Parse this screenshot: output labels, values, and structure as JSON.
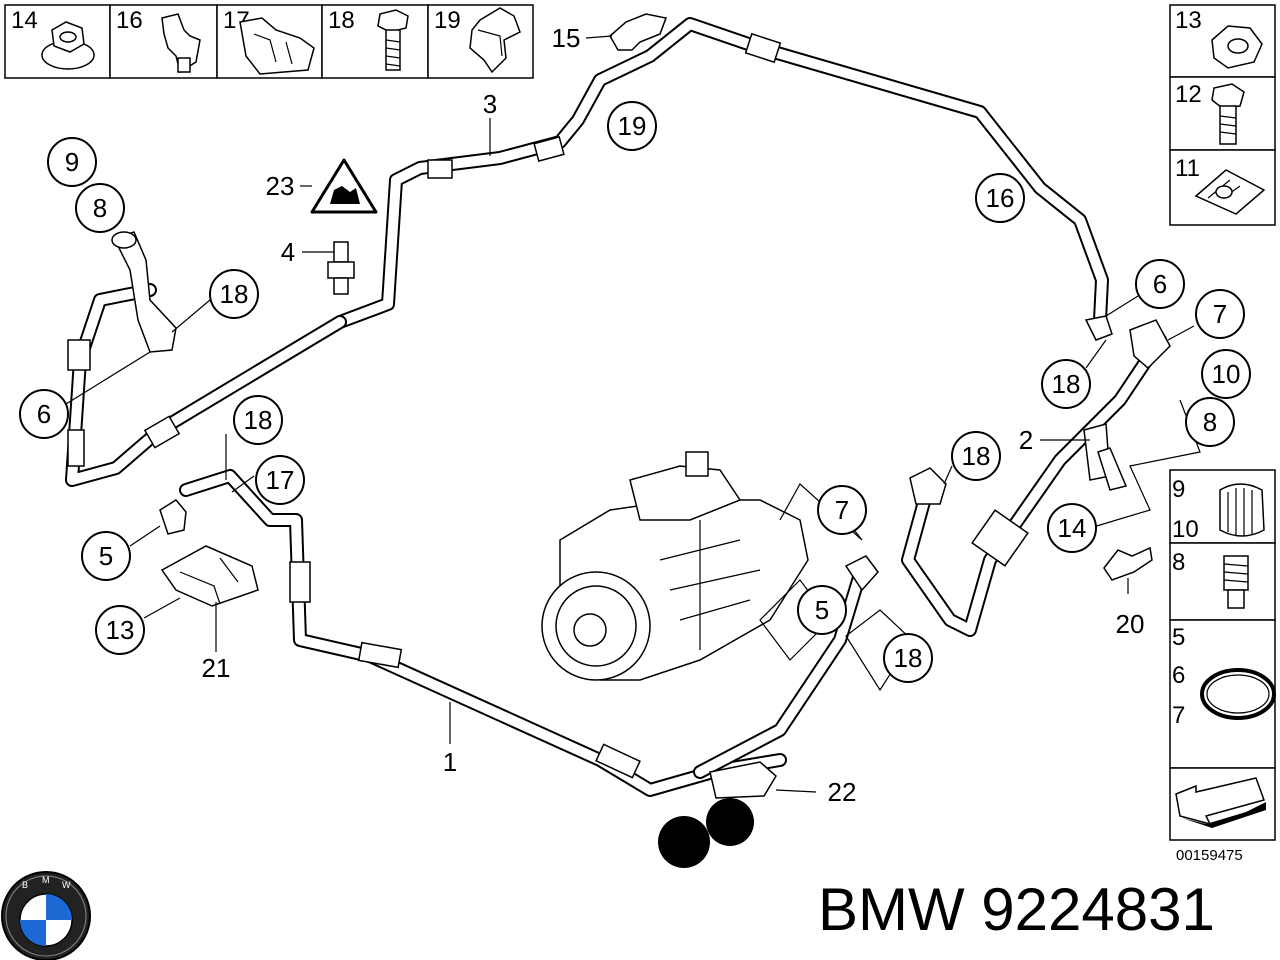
{
  "brand_text": "BMW 9224831",
  "doc_id": "00159475",
  "logo": {
    "letters": [
      "B",
      "M",
      "W"
    ],
    "colors": {
      "blue": "#1c69d4",
      "dark": "#111111"
    }
  },
  "legend_top": [
    "14",
    "16",
    "17",
    "18",
    "19"
  ],
  "legend_right_top": [
    "13",
    "12",
    "11"
  ],
  "legend_right_bottom": [
    "9",
    "10",
    "8",
    "5",
    "6",
    "7"
  ],
  "callouts": [
    "15",
    "3",
    "19",
    "16",
    "9",
    "8",
    "23",
    "4",
    "18",
    "6",
    "6",
    "7",
    "18",
    "10",
    "8",
    "2",
    "18",
    "18",
    "17",
    "7",
    "14",
    "5",
    "5",
    "13",
    "21",
    "20",
    "1",
    "22",
    "18"
  ]
}
